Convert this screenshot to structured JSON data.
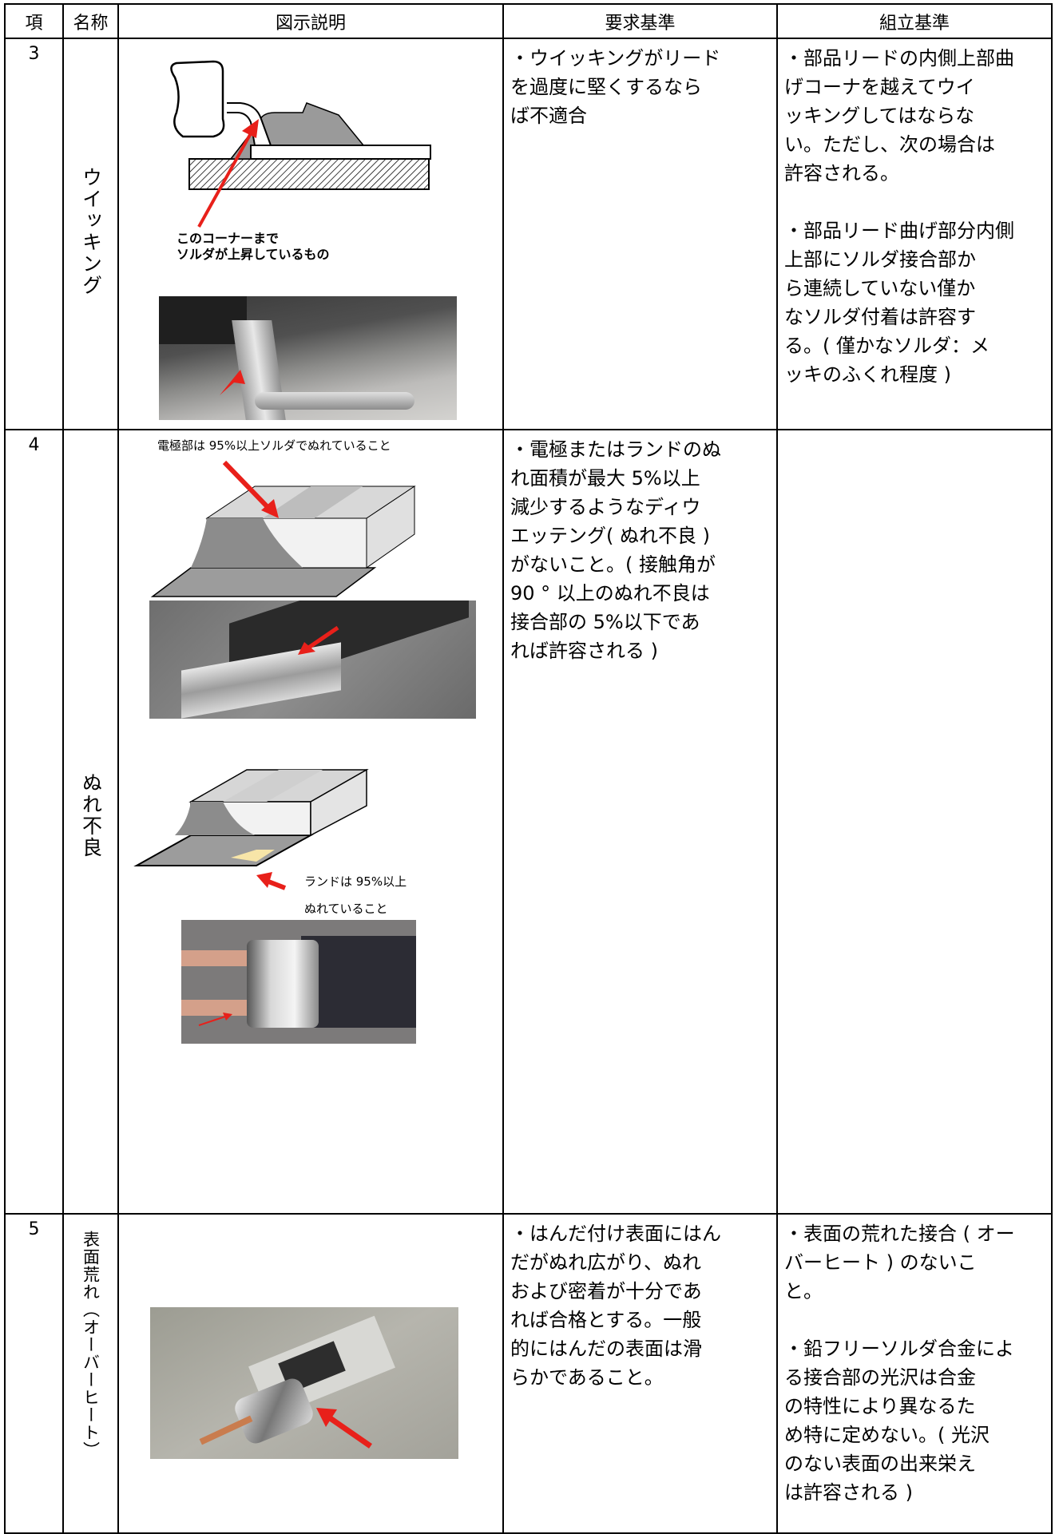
{
  "headers": {
    "no": "項",
    "name": "名称",
    "illustration": "図示説明",
    "requirement": "要求基準",
    "assembly": "組立基準"
  },
  "rows": [
    {
      "no": "3",
      "name": "ウイッキング",
      "callout": [
        "このコーナーまで",
        "ソルダが上昇しているもの"
      ],
      "requirement": [
        "・ウイッキングがリード",
        "を過度に堅くするなら",
        "ば不適合"
      ],
      "assembly": [
        [
          "・部品リードの内側上部曲",
          "げコーナを越えてウイ",
          "ッキングしてはならな",
          "い。ただし、次の場合は",
          "許容される。"
        ],
        [
          "・部品リード曲げ部分内側",
          "上部にソルダ接合部か",
          "ら連続していない僅か",
          "なソルダ付着は許容す",
          "る。( 僅かなソルダ：メ",
          "ッキのふくれ程度 )"
        ]
      ]
    },
    {
      "no": "4",
      "name": "ぬれ不良",
      "callout_top": "電極部は 95%以上ソルダでぬれていること",
      "callout_land": [
        "ランドは 95%以上",
        "ぬれていること"
      ],
      "requirement": [
        "・電極またはランドのぬ",
        "れ面積が最大 5%以上",
        "減少するようなディウ",
        "エッテング( ぬれ不良 )",
        "がないこと。( 接触角が",
        "90 ° 以上のぬれ不良は",
        "接合部の 5%以下であ",
        "れば許容される )"
      ],
      "assembly": []
    },
    {
      "no": "5",
      "name": "表面荒れ（オーバーヒート）",
      "requirement": [
        "・はんだ付け表面にはん",
        "だがぬれ広がり、ぬれ",
        "および密着が十分であ",
        "れば合格とする。一般",
        "的にはんだの表面は滑",
        "らかであること。"
      ],
      "assembly": [
        [
          "・表面の荒れた接合 ( オー",
          "バーヒート ) のないこ",
          "と。"
        ],
        [
          "・鉛フリーソルダ合金によ",
          "る接合部の光沢は合金",
          "の特性により異なるた",
          "め特に定めない。( 光沢",
          "のない表面の出来栄え",
          "は許容される )"
        ]
      ]
    }
  ],
  "colors": {
    "arrow": "#e8201a",
    "gray": "#a8a8a8",
    "land": "#f7e5a8"
  }
}
